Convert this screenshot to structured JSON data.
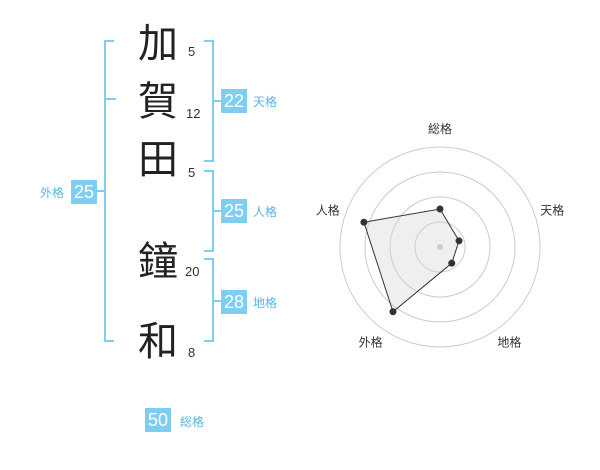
{
  "name": {
    "characters": [
      {
        "char": "加",
        "strokes": "5"
      },
      {
        "char": "賀",
        "strokes": "12"
      },
      {
        "char": "田",
        "strokes": "5"
      },
      {
        "char": "鐘",
        "strokes": "20"
      },
      {
        "char": "和",
        "strokes": "8"
      }
    ]
  },
  "fortune": {
    "tenkaku": {
      "value": "22",
      "label": "天格"
    },
    "jinkaku": {
      "value": "25",
      "label": "人格"
    },
    "chikaku": {
      "value": "28",
      "label": "地格"
    },
    "gaikaku": {
      "value": "25",
      "label": "外格"
    },
    "soukaku": {
      "value": "50",
      "label": "総格"
    }
  },
  "colors": {
    "accent": "#7ecef4",
    "label": "#58b5e3",
    "text": "#222222"
  },
  "chart_data": {
    "type": "radar",
    "axes": [
      "総格",
      "天格",
      "地格",
      "外格",
      "人格"
    ],
    "values": [
      0.38,
      0.2,
      0.2,
      0.8,
      0.8
    ],
    "rings": 4,
    "range": [
      0,
      1
    ]
  }
}
